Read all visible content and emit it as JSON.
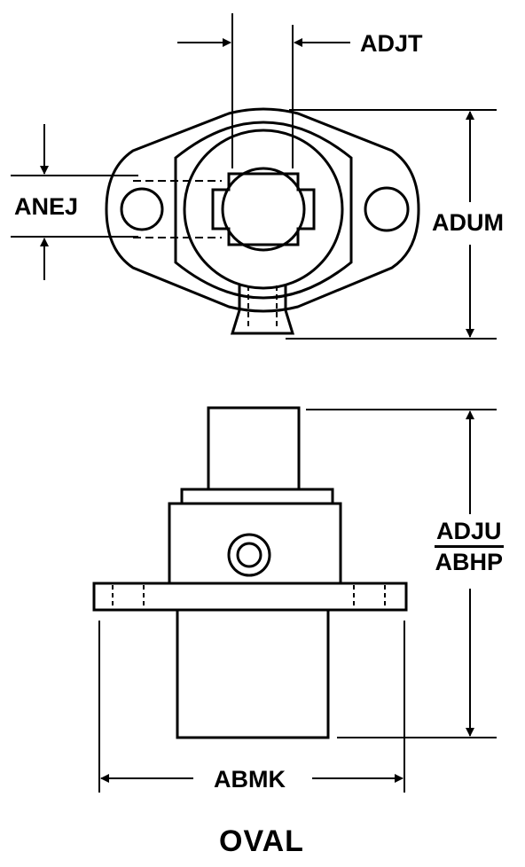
{
  "labels": {
    "adjt": "ADJT",
    "anej": "ANEJ",
    "adum": "ADUM",
    "adju": "ADJU",
    "abhp": "ABHP",
    "abmk": "ABMK",
    "shape": "OVAL"
  },
  "colors": {
    "ink": "#000000",
    "paper": "#ffffff"
  }
}
